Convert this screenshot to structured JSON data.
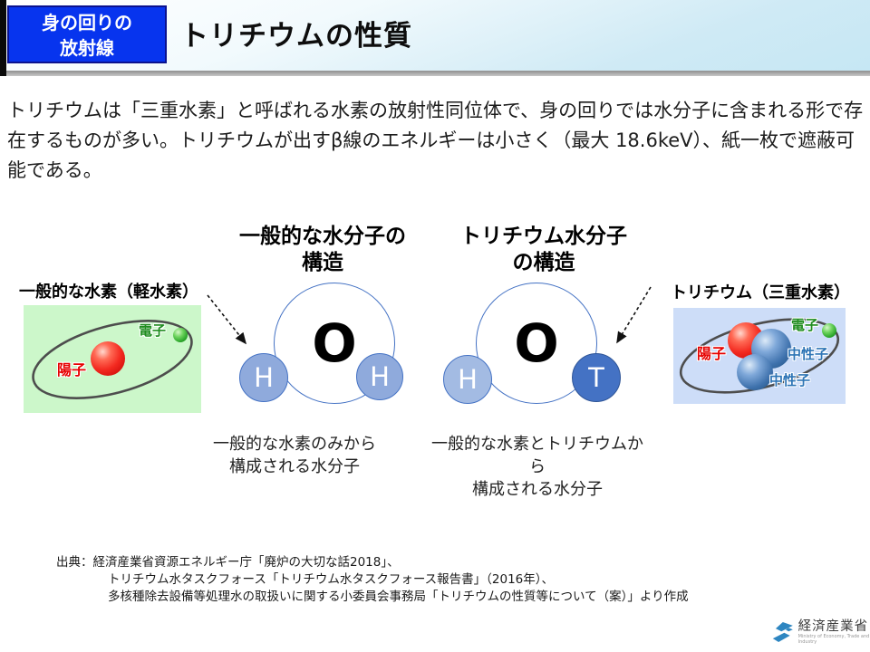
{
  "slide": {
    "header": {
      "badge": {
        "line1": "身の回りの",
        "line2": "放射線"
      },
      "title": "トリチウムの性質"
    },
    "intro": "トリチウムは「三重水素」と呼ばれる水素の放射性同位体で、身の回りでは水分子に含まれる形で存在するものが多い。トリチウムが出すβ線のエネルギーは小さく（最大 18.6keV）、紙一枚で遮蔽可能である。",
    "normal_water": {
      "heading_line1": "一般的な水分子の",
      "heading_line2": "構造",
      "oxygen": "O",
      "hydrogen_left": "H",
      "hydrogen_right": "H",
      "caption_line1": "一般的な水素のみから",
      "caption_line2": "構成される水分子"
    },
    "tritium_water": {
      "heading_line1": "トリチウム水分子",
      "heading_line2": "の構造",
      "oxygen": "O",
      "hydrogen": "H",
      "tritium": "T",
      "caption_line1": "一般的な水素とトリチウムから",
      "caption_line2": "構成される水分子"
    },
    "light_hydrogen_atom": {
      "label": "一般的な水素（軽水素）",
      "proton": "陽子",
      "electron": "電子"
    },
    "tritium_atom": {
      "label": "トリチウム（三重水素）",
      "proton": "陽子",
      "electron": "電子",
      "neutron1": "中性子",
      "neutron2": "中性子"
    },
    "source": {
      "line1": "出典：経済産業省資源エネルギー庁「廃炉の大切な話2018」、",
      "line2": "トリチウム水タスクフォース「トリチウム水タスクフォース報告書」（2016年）、",
      "line3": "多核種除去設備等処理水の取扱いに関する小委員会事務局「トリチウムの性質等について（案）」より作成"
    },
    "footer_logo": {
      "name": "経済産業省",
      "subtext": "Ministry of Economy, Trade and Industry"
    },
    "colors": {
      "badge_blue": "#0734EE",
      "header_gradient_bottom": "#C6E7F4",
      "molecule_outline": "#4472C4",
      "hydrogen_fill": "#8FAADC",
      "hydrogen_fill_light": "#A3BBE3",
      "tritium_fill": "#4472C4",
      "proton_red": "#E60000",
      "neutron_blue": "#2E75B6",
      "electron_green": "#1F8C1F",
      "green_box_bg": "#CCF7CA",
      "blue_box_bg": "#CDDDF8",
      "meti_blue": "#2E86C1"
    }
  }
}
